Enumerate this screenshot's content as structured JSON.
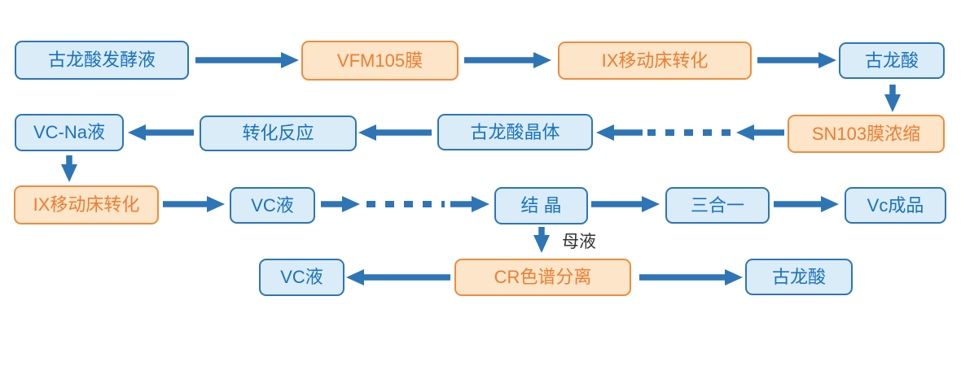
{
  "diagram": {
    "type": "process-flowchart",
    "background": "#ffffff"
  },
  "colors": {
    "blue_fill": "#d9ecf8",
    "blue_border": "#2e75b6",
    "blue_text": "#1b72be",
    "orange_fill": "#fce5c8",
    "orange_border": "#ee8c3f",
    "orange_text": "#ed7d31",
    "arrow": "#2e75b6",
    "floating_label_text": "#333333"
  },
  "nodes": [
    {
      "id": "gulonic-ferment-liquid",
      "label": "古龙酸发酵液",
      "style": "blue"
    },
    {
      "id": "vfm105-membrane",
      "label": "VFM105膜",
      "style": "orange"
    },
    {
      "id": "ix-moving-bed-1",
      "label": "IX移动床转化",
      "style": "orange"
    },
    {
      "id": "gulonic-acid-1",
      "label": "古龙酸",
      "style": "blue"
    },
    {
      "id": "sn103-membrane",
      "label": "SN103膜浓缩",
      "style": "orange"
    },
    {
      "id": "gulonic-crystal",
      "label": "古龙酸晶体",
      "style": "blue"
    },
    {
      "id": "conversion-reaction",
      "label": "转化反应",
      "style": "blue"
    },
    {
      "id": "vc-na-liquid",
      "label": "VC-Na液",
      "style": "blue"
    },
    {
      "id": "ix-moving-bed-2",
      "label": "IX移动床转化",
      "style": "orange"
    },
    {
      "id": "vc-liquid-1",
      "label": "VC液",
      "style": "blue"
    },
    {
      "id": "crystallization",
      "label": "结  晶",
      "style": "blue"
    },
    {
      "id": "three-in-one",
      "label": "三合一",
      "style": "blue"
    },
    {
      "id": "vc-product",
      "label": "Vc成品",
      "style": "blue"
    },
    {
      "id": "vc-liquid-2",
      "label": "VC液",
      "style": "blue"
    },
    {
      "id": "cr-chromatography",
      "label": "CR色谱分离",
      "style": "orange"
    },
    {
      "id": "gulonic-acid-2",
      "label": "古龙酸",
      "style": "blue"
    }
  ],
  "labels": {
    "mother_liquor": "母液"
  },
  "edges": [
    {
      "from": "gulonic-ferment-liquid",
      "to": "vfm105-membrane",
      "style": "solid"
    },
    {
      "from": "vfm105-membrane",
      "to": "ix-moving-bed-1",
      "style": "solid"
    },
    {
      "from": "ix-moving-bed-1",
      "to": "gulonic-acid-1",
      "style": "solid"
    },
    {
      "from": "gulonic-acid-1",
      "to": "sn103-membrane",
      "style": "solid"
    },
    {
      "from": "sn103-membrane",
      "to": "gulonic-crystal",
      "style": "dashed"
    },
    {
      "from": "gulonic-crystal",
      "to": "conversion-reaction",
      "style": "solid"
    },
    {
      "from": "conversion-reaction",
      "to": "vc-na-liquid",
      "style": "solid"
    },
    {
      "from": "vc-na-liquid",
      "to": "ix-moving-bed-2",
      "style": "solid"
    },
    {
      "from": "ix-moving-bed-2",
      "to": "vc-liquid-1",
      "style": "solid"
    },
    {
      "from": "vc-liquid-1",
      "to": "crystallization",
      "style": "dashed"
    },
    {
      "from": "crystallization",
      "to": "three-in-one",
      "style": "solid"
    },
    {
      "from": "three-in-one",
      "to": "vc-product",
      "style": "solid"
    },
    {
      "from": "crystallization",
      "to": "cr-chromatography",
      "style": "solid",
      "label": "母液"
    },
    {
      "from": "cr-chromatography",
      "to": "vc-liquid-2",
      "style": "solid"
    },
    {
      "from": "cr-chromatography",
      "to": "gulonic-acid-2",
      "style": "solid"
    }
  ]
}
